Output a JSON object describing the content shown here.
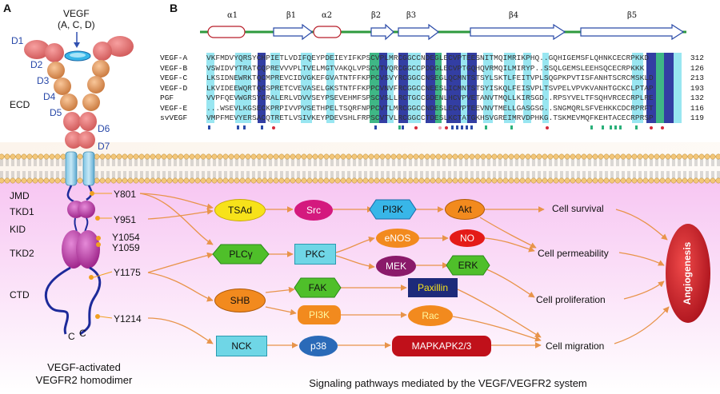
{
  "panel_a": {
    "label": "A",
    "ligand": {
      "line1": "VEGF",
      "line2": "(A, C, D)"
    },
    "domains": [
      "D1",
      "D2",
      "D3",
      "D4",
      "D5",
      "D6",
      "D7"
    ],
    "regions": {
      "ecd": "ECD",
      "jmd": "JMD",
      "tkd1": "TKD1",
      "kid": "KID",
      "tkd2": "TKD2",
      "ctd": "CTD"
    },
    "c_terminals": [
      "C",
      "C"
    ],
    "residues": {
      "y801": "Y801",
      "y951": "Y951",
      "y1054": "Y1054",
      "y1059": "Y1059",
      "y1175": "Y1175",
      "y1214": "Y1214"
    },
    "caption": {
      "line1": "VEGF-activated",
      "line2": "VEGFR2 homodimer"
    }
  },
  "panel_b": {
    "label": "B",
    "secondary_structure": [
      "α1",
      "β1",
      "α2",
      "β2",
      "β3",
      "β4",
      "β5"
    ],
    "alignment": [
      {
        "name": "VEGF-A",
        "seq": "VKFMDVYQRSYCHPIETLVDIFQEYPDEIEYIFKPSCVPLMRCGGCCNDEGLECVPTEESNITMQIMRIKPHQ..GQHIGEMSFLQHNKCECRPKKD",
        "num": "312"
      },
      {
        "name": "VEGF-B",
        "seq": "VSWIDVYTRATCQPREVVVPLTVELMGTVAKQLVPSCVTVQRCGGCCPDDGLECVPTGQHQVRMQILMIRYP..SSQLGEMSLEEHSQCECRPKKK",
        "num": "126"
      },
      {
        "name": "VEGF-C",
        "seq": "LKSIDNEWRKTQCMPREVCIDVGKEFGVATNTFFKPPCVSVYRCGGCCNSEGLQCMNTSTSYLSKTLFEITVPLSQGPKPVTISFANHTSCRCMSKLD",
        "num": "213"
      },
      {
        "name": "VEGF-D",
        "seq": "LKVIDEEWQRTQCSPRETCVEVASELGKSTNTFFKPPCVNVFRCGGCCNEESLICMNTSTSYISKQLFEISVPLTSVPELVPVKVANHTGCKCLPTAP",
        "num": "193"
      },
      {
        "name": "PGF",
        "seq": "VVPFQEVWGRSYCRALERLVDVVSEYPSEVEHMFSPSCVSLLRCTGCCGDENLHCVPVETANVTMQLLKIRSGD..RPSYVELTFSQHVRCECRPLRE",
        "num": "132"
      },
      {
        "name": "VEGF-E",
        "seq": "...WSEVLKGSECKPRPIVVPVSETHPELTSQRFNPPCVTLMRCGGCCNDESLECVPTEEVNVTMELLGASGSG..SNGMQRLSFVEHKKCDCRPRFT",
        "num": "116"
      },
      {
        "name": "svVEGF",
        "seq": "VMPFMEVYERSACQTRETLVSIVKEYPDEVSHLFRPSCVTVLRCGGCCTDESLKCTATGKHSVGREIMRVDPHKG.TSKMEVMQFKEHTACECRPRSP",
        "num": "119"
      }
    ]
  },
  "pathway": {
    "nodes": {
      "tsad": "TSAd",
      "src": "Src",
      "pi3k_1": "PI3K",
      "akt": "Akt",
      "plcg": "PLCγ",
      "pkc": "PKC",
      "enos": "eNOS",
      "no": "NO",
      "mek": "MEK",
      "erk": "ERK",
      "shb": "SHB",
      "fak": "FAK",
      "paxillin": "Paxillin",
      "pi3k_2": "PI3K",
      "rac": "Rac",
      "nck": "NCK",
      "p38": "p38",
      "mapkapk": "MAPKAPK2/3"
    },
    "outcomes": {
      "survival": "Cell survival",
      "permeability": "Cell permeability",
      "proliferation": "Cell proliferation",
      "migration": "Cell migration"
    },
    "endpoint": "Angiogenesis",
    "caption": "Signaling pathways mediated by the VEGF/VEGFR2 system"
  },
  "colors": {
    "yellow": "#f7e21a",
    "magenta": "#d4197e",
    "cyan": "#6fd6e6",
    "orange": "#f28a1e",
    "green": "#4fbf2a",
    "red": "#e41b17",
    "purple": "#8a1a6a",
    "navy": "#1d2a7a",
    "dark_red": "#c0101a",
    "arrow": "#e8944a",
    "membrane_pink": "#f5c8f0"
  }
}
